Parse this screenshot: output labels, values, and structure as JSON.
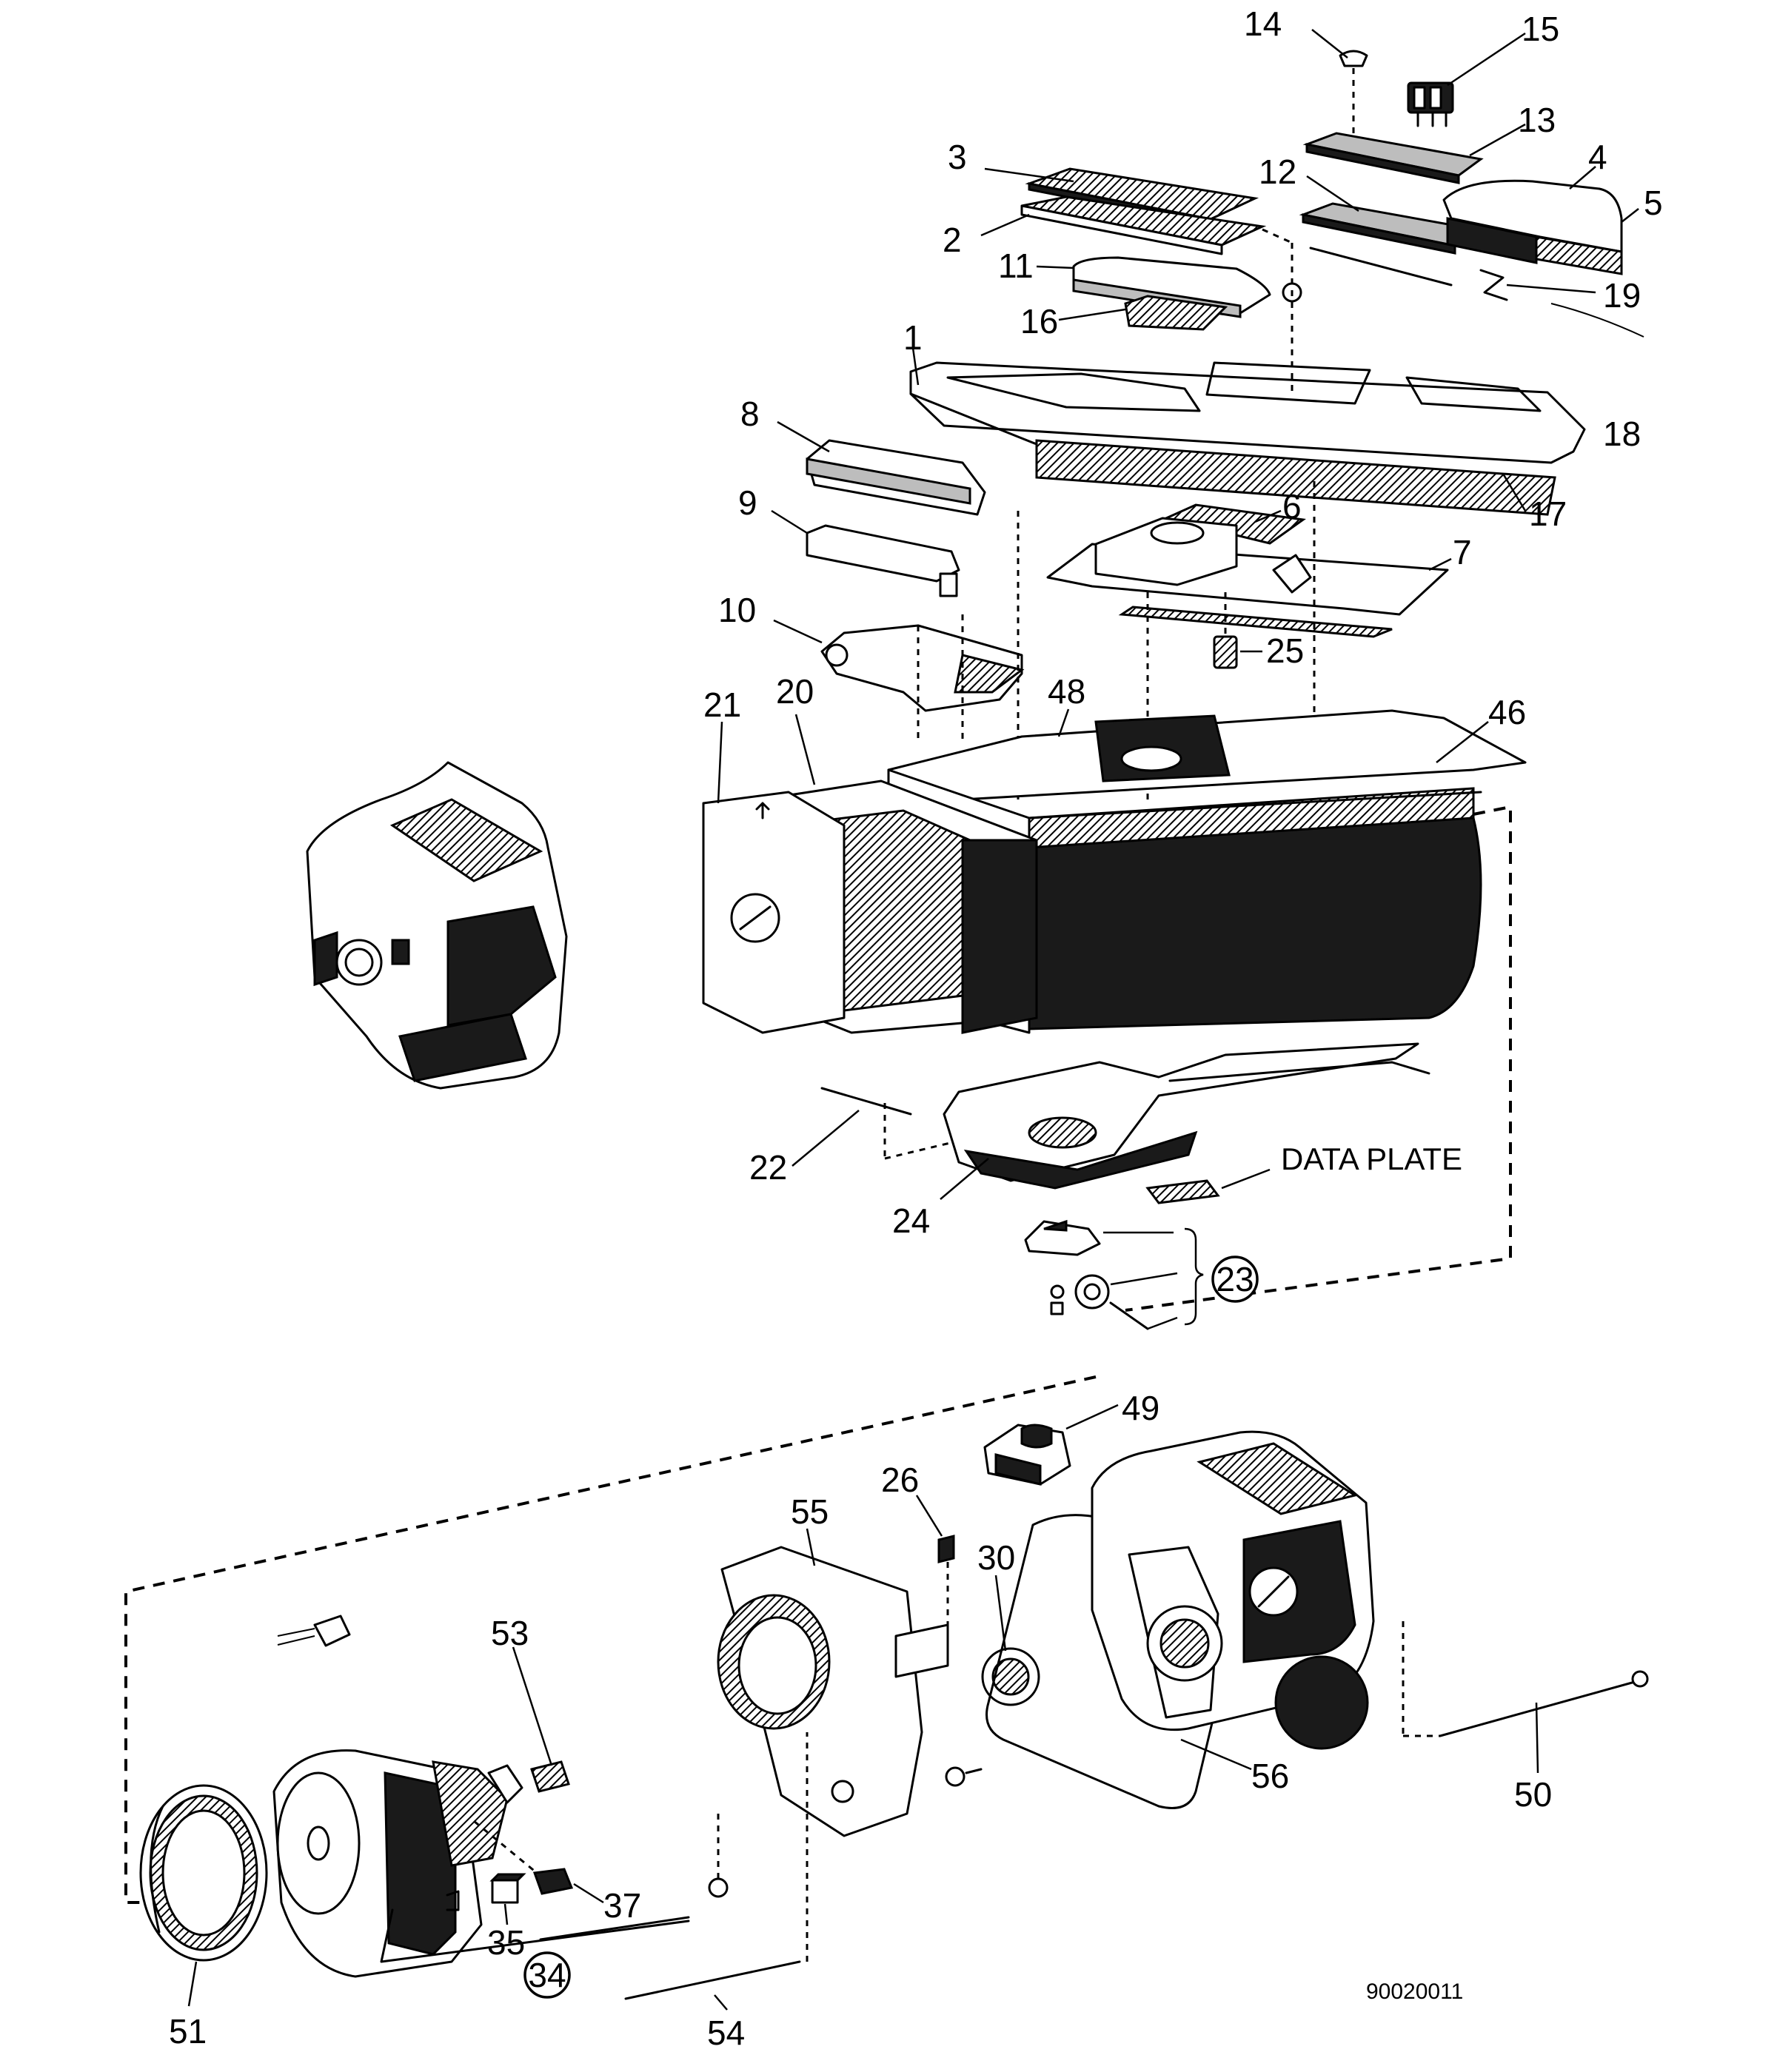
{
  "part_numbers": [
    {
      "id": "p14",
      "text": "14"
    },
    {
      "id": "p15",
      "text": "15"
    },
    {
      "id": "p13",
      "text": "13"
    },
    {
      "id": "p3",
      "text": "3"
    },
    {
      "id": "p4",
      "text": "4"
    },
    {
      "id": "p12",
      "text": "12"
    },
    {
      "id": "p5",
      "text": "5"
    },
    {
      "id": "p2",
      "text": "2"
    },
    {
      "id": "p11",
      "text": "11"
    },
    {
      "id": "p19",
      "text": "19"
    },
    {
      "id": "p16",
      "text": "16"
    },
    {
      "id": "p1",
      "text": "1"
    },
    {
      "id": "p18",
      "text": "18"
    },
    {
      "id": "p8",
      "text": "8"
    },
    {
      "id": "p17",
      "text": "17"
    },
    {
      "id": "p6",
      "text": "6"
    },
    {
      "id": "p9",
      "text": "9"
    },
    {
      "id": "p7",
      "text": "7"
    },
    {
      "id": "p10",
      "text": "10"
    },
    {
      "id": "p25",
      "text": "25"
    },
    {
      "id": "p21",
      "text": "21"
    },
    {
      "id": "p20",
      "text": "20"
    },
    {
      "id": "p48",
      "text": "48"
    },
    {
      "id": "p46",
      "text": "46"
    },
    {
      "id": "p22",
      "text": "22"
    },
    {
      "id": "p24",
      "text": "24"
    },
    {
      "id": "p49",
      "text": "49"
    },
    {
      "id": "p26",
      "text": "26"
    },
    {
      "id": "p55",
      "text": "55"
    },
    {
      "id": "p30",
      "text": "30"
    },
    {
      "id": "p53",
      "text": "53"
    },
    {
      "id": "p56",
      "text": "56"
    },
    {
      "id": "p50",
      "text": "50"
    },
    {
      "id": "p37",
      "text": "37"
    },
    {
      "id": "p35",
      "text": "35"
    },
    {
      "id": "p51",
      "text": "51"
    },
    {
      "id": "p54",
      "text": "54"
    }
  ],
  "assembly_numbers": [
    {
      "id": "a23",
      "text": "23"
    },
    {
      "id": "a34",
      "text": "34"
    }
  ],
  "data_plate_label": "DATA PLATE",
  "drawing_number": "90020011"
}
